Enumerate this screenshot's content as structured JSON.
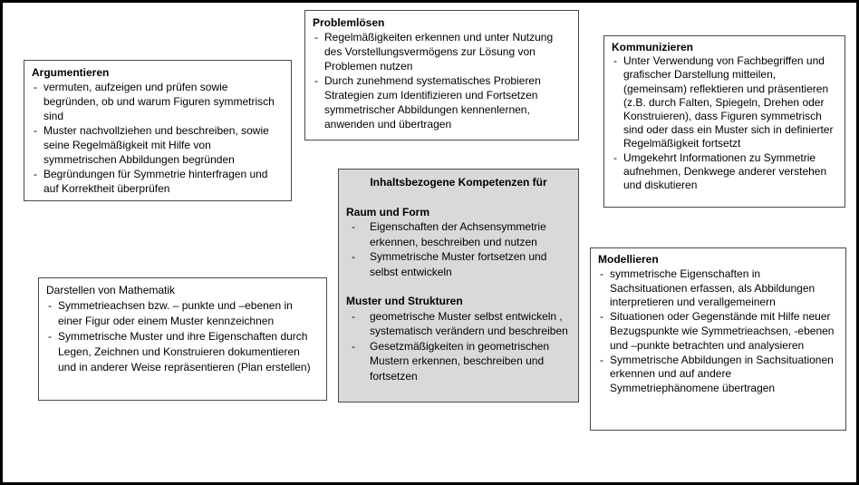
{
  "colors": {
    "background": "#ffffff",
    "frame_border": "#000000",
    "box_border": "#4a4a4a",
    "center_box_bg": "#d9d9d9"
  },
  "boxes": {
    "argumentieren": {
      "title": "Argumentieren",
      "items": [
        "vermuten, aufzeigen und prüfen sowie begründen, ob und warum Figuren symmetrisch sind",
        "Muster nachvollziehen und beschreiben, sowie seine Regelmäßigkeit mit Hilfe von symmetrischen Abbildungen begründen",
        "Begründungen für Symmetrie hinterfragen und auf Korrektheit überprüfen"
      ]
    },
    "problemloesen": {
      "title": "Problemlösen",
      "items": [
        "Regelmäßigkeiten erkennen und unter Nutzung des Vorstellungsvermögens zur Lösung von Problemen nutzen",
        "Durch zunehmend systematisches Probieren Strategien zum Identifizieren und Fortsetzen symmetrischer Abbildungen kennenlernen, anwenden und übertragen"
      ]
    },
    "kommunizieren": {
      "title": "Kommunizieren",
      "items": [
        "Unter Verwendung von Fachbegriffen und grafischer Darstellung mitteilen, (gemeinsam) reflektieren und präsentieren (z.B. durch Falten, Spiegeln, Drehen oder Konstruieren), dass Figuren symmetrisch sind oder dass ein Muster sich in definierter Regelmäßigkeit fortsetzt",
        "Umgekehrt Informationen zu Symmetrie aufnehmen, Denkwege anderer verstehen und diskutieren"
      ]
    },
    "darstellen": {
      "title": "Darstellen von Mathematik",
      "items": [
        "Symmetrieachsen bzw. – punkte und –ebenen in einer Figur oder einem Muster kennzeichnen",
        "Symmetrische Muster und ihre Eigenschaften durch Legen, Zeichnen und Konstruieren dokumentieren und in anderer Weise repräsentieren (Plan erstellen)"
      ]
    },
    "modellieren": {
      "title": "Modellieren",
      "items": [
        "symmetrische Eigenschaften in Sachsituationen erfassen, als Abbildungen interpretieren und verallgemeinern",
        "Situationen oder Gegenstände mit Hilfe neuer Bezugspunkte wie Symmetrieachsen, -ebenen und –punkte betrachten und analysieren",
        "Symmetrische Abbildungen in Sachsituationen erkennen und auf andere Symmetriephänomene übertragen"
      ]
    },
    "inhaltsbezogen": {
      "title": "Inhaltsbezogene Kompetenzen für",
      "sections": [
        {
          "heading": "Raum und Form",
          "items": [
            "Eigenschaften der Achsensymmetrie erkennen, beschreiben und nutzen",
            "Symmetrische Muster fortsetzen und selbst entwickeln"
          ]
        },
        {
          "heading": "Muster und Strukturen",
          "items": [
            "geometrische Muster selbst entwickeln , systematisch verändern und beschreiben",
            "Gesetzmäßigkeiten in geometrischen Mustern erkennen, beschreiben und fortsetzen"
          ]
        }
      ]
    }
  }
}
